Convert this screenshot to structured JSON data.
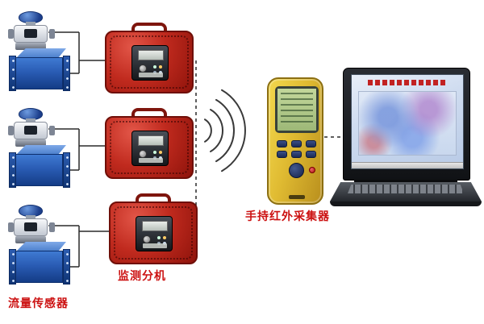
{
  "diagram": {
    "labels": {
      "flow_sensor": "流量传感器",
      "monitor_unit": "监测分机",
      "handheld_collector": "手持红外采集器"
    },
    "colors": {
      "label_text": "#cc1111",
      "case_red": "#c02a1e",
      "flow_box_blue": "#2a5cb4",
      "transmitter_cap_blue": "#1d3f8c",
      "handheld_yellow": "#e0bb32",
      "lcd_green": "#a9c47e",
      "line_black": "#2a2a2a"
    },
    "components": [
      {
        "name": "flow-sensor-group",
        "count": 3
      },
      {
        "name": "monitor-sub-unit-case",
        "count": 3
      },
      {
        "name": "handheld-infrared-collector",
        "count": 1
      },
      {
        "name": "laptop-computer",
        "count": 1
      },
      {
        "name": "wireless-signal-arcs",
        "count": 1
      }
    ]
  }
}
